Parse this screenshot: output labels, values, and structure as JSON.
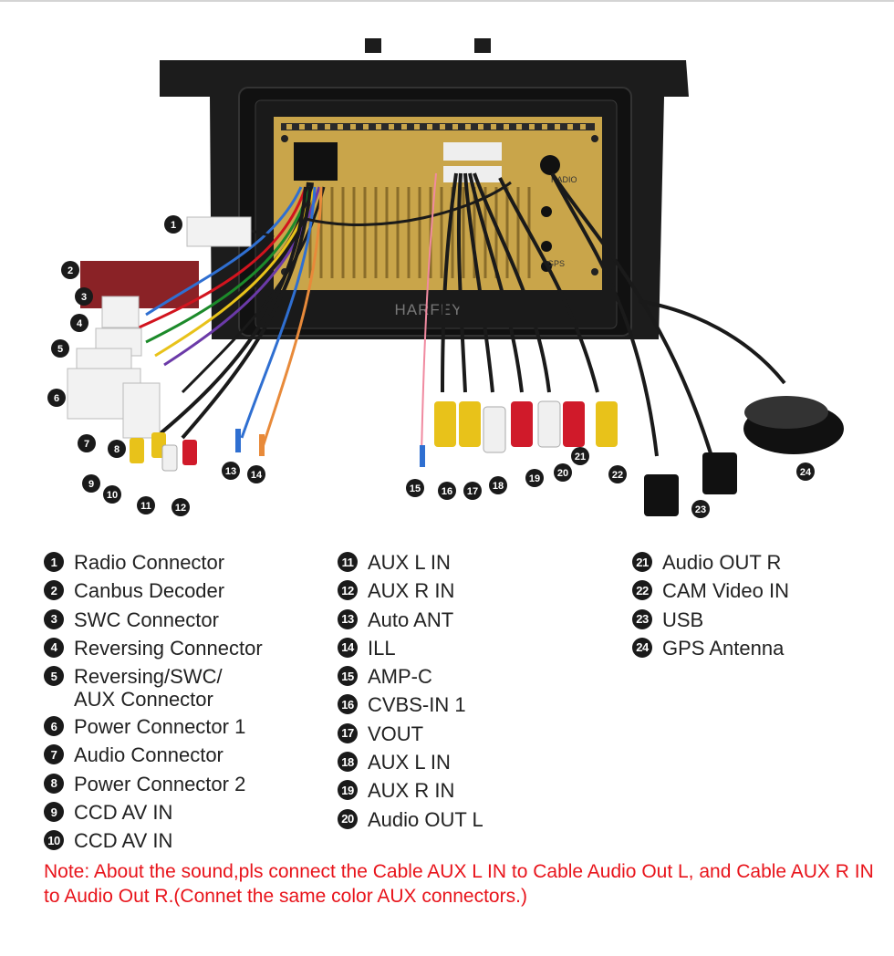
{
  "diagram": {
    "brand_watermark": "HARFEY",
    "unit_labels": {
      "radio": "RADIO",
      "gps": "GPS"
    }
  },
  "callouts": [
    "1",
    "2",
    "3",
    "4",
    "5",
    "6",
    "7",
    "8",
    "9",
    "10",
    "11",
    "12",
    "13",
    "14",
    "15",
    "16",
    "17",
    "18",
    "19",
    "20",
    "21",
    "22",
    "23",
    "24"
  ],
  "legend": {
    "col1": [
      {
        "num": "1",
        "label": "Radio Connector"
      },
      {
        "num": "2",
        "label": "Canbus Decoder"
      },
      {
        "num": "3",
        "label": "SWC Connector"
      },
      {
        "num": "4",
        "label": "Reversing Connector"
      },
      {
        "num": "5",
        "label": "Reversing/SWC/\nAUX Connector"
      },
      {
        "num": "6",
        "label": "Power Connector 1"
      },
      {
        "num": "7",
        "label": "Audio Connector"
      },
      {
        "num": "8",
        "label": "Power Connector 2"
      },
      {
        "num": "9",
        "label": "CCD AV IN"
      },
      {
        "num": "10",
        "label": "CCD AV IN"
      }
    ],
    "col2": [
      {
        "num": "11",
        "label": "AUX L IN"
      },
      {
        "num": "12",
        "label": "AUX R IN"
      },
      {
        "num": "13",
        "label": "Auto ANT"
      },
      {
        "num": "14",
        "label": "ILL"
      },
      {
        "num": "15",
        "label": "AMP-C"
      },
      {
        "num": "16",
        "label": "CVBS-IN 1"
      },
      {
        "num": "17",
        "label": "VOUT"
      },
      {
        "num": "18",
        "label": "AUX L IN"
      },
      {
        "num": "19",
        "label": "AUX R IN"
      },
      {
        "num": "20",
        "label": "Audio OUT L"
      }
    ],
    "col3": [
      {
        "num": "21",
        "label": "Audio OUT R"
      },
      {
        "num": "22",
        "label": "CAM Video IN"
      },
      {
        "num": "23",
        "label": "USB"
      },
      {
        "num": "24",
        "label": "GPS Antenna"
      }
    ]
  },
  "note": {
    "text": "Note: About the sound,pls connect the Cable AUX L IN to Cable Audio Out L, and Cable AUX R IN to  Audio Out R.(Connet the same color AUX connectors.)",
    "color": "#e8141b"
  },
  "colors": {
    "badge": "#1a1a1a",
    "rca_yellow": "#e8c21a",
    "rca_red": "#d01a2a",
    "rca_white": "#f0f0f0",
    "chassis": "#1c1c1c",
    "board": "#c9a54a",
    "decoder": "#8a2226"
  }
}
